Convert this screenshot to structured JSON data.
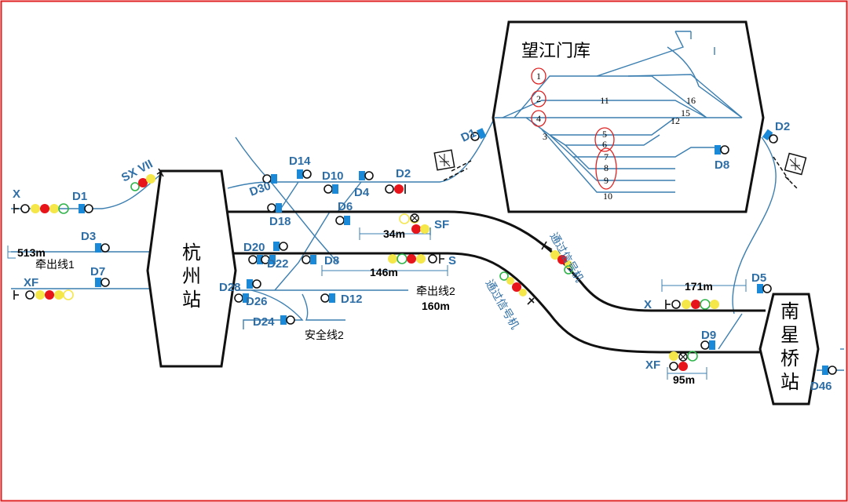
{
  "stations": {
    "hangzhou": "杭州站",
    "nanxingqiao": "南星桥站",
    "depot": "望江门库"
  },
  "tracks": {
    "pull_out_1": "牵出线1",
    "pull_out_2": "牵出线2",
    "safety_line_2": "安全线2"
  },
  "annotations": {
    "pass_signal_1": "通过信号机",
    "pass_signal_2": "通过信号机"
  },
  "distances": {
    "d513": "513m",
    "d34": "34m",
    "d146": "146m",
    "d160": "160m",
    "d171": "171m",
    "d95": "95m"
  },
  "signals": {
    "X_left": "X",
    "D1_left": "D1",
    "SXVII": "SX VII",
    "D3": "D3",
    "XF_left": "XF",
    "D7": "D7",
    "D30": "D30",
    "D14": "D14",
    "D10": "D10",
    "D2_left": "D2",
    "D4": "D4",
    "D18": "D18",
    "D6": "D6",
    "SF": "SF",
    "D20": "D20",
    "D22": "D22",
    "D8_left": "D8",
    "S": "S",
    "D28": "D28",
    "D26": "D26",
    "D12": "D12",
    "D24": "D24",
    "D1_right": "D1",
    "D2_right": "D2",
    "D8_depot": "D8",
    "X_right": "X",
    "D5": "D5",
    "D9": "D9",
    "XF_right": "XF",
    "D46": "D46"
  },
  "yard_tracks": [
    "1",
    "2",
    "4",
    "3",
    "11",
    "16",
    "15",
    "12",
    "5",
    "6",
    "7",
    "8",
    "9",
    "10"
  ],
  "colors": {
    "border": "#e02020",
    "track_blue": "#3c7fb1",
    "signal_red": "#e8141b",
    "signal_yellow": "#f5e64a",
    "signal_green": "#2fb44a",
    "shunt_blue": "#1a8ad8",
    "label_blue": "#2e6ea6"
  }
}
